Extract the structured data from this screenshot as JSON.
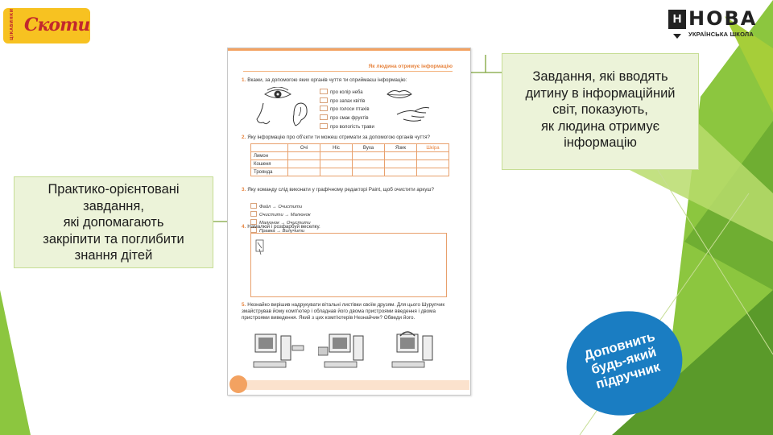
{
  "logos": {
    "left_brand": "Скотинки",
    "left_brand_arc": "ЦІКАВИНКИ",
    "right_mark": "Н",
    "right_brand": "НОВА",
    "right_subtitle": "УКРАЇНСЬКА ШКОЛА"
  },
  "textbook_page": {
    "title": "Як людина отримує інформацію",
    "task1": {
      "num": "1.",
      "text": "Вкажи, за допомогою яких органів чуття ти сприймаєш інформацію:",
      "items": [
        "про колір неба",
        "про запах квітів",
        "про голоси птахів",
        "про смак фруктів",
        "про вологість трави"
      ]
    },
    "task2": {
      "num": "2.",
      "text": "Яку інформацію про об'єкти ти можеш отримати за допомогою органів чуття?",
      "columns": [
        "Очі",
        "Ніс",
        "Вуха",
        "Язик",
        "Шкіра"
      ],
      "rows": [
        "Лимон",
        "Кошеня",
        "Троянда"
      ]
    },
    "task3": {
      "num": "3.",
      "text": "Яку команду слід виконати у графічному редакторі Paint, щоб очистити аркуш?",
      "options": [
        "Файл → Очистити",
        "Очистити → Малюнок",
        "Малюнок → Очистити",
        "Правка → Вилучити"
      ]
    },
    "task4": {
      "num": "4.",
      "text": "Намалюй і розфарбуй веселку."
    },
    "task5": {
      "num": "5.",
      "text": "Незнайко вирішив надрукувати вітальні листівки своїм друзям. Для цього Шурупчик змайстрував йому комп'ютер і обладнав його двома пристроями введення і двома пристроями виведення. Який з цих комп'ютерів Незнайчин? Обведи його."
    }
  },
  "callouts": {
    "right": [
      "Завдання, які вводять",
      "дитину в інформаційний",
      "світ, показують,",
      "як людина отримує",
      "інформацію"
    ],
    "left": [
      "Практико-орієнтовані",
      "завдання,",
      "які допомагають",
      "закріпити та поглибити",
      "знання дітей"
    ]
  },
  "badge": [
    "Доповнить",
    "будь-який",
    "підручник"
  ],
  "colors": {
    "green_light": "#a6ce39",
    "green_dark": "#5a9a2a",
    "callout_bg": "#ecf3d9",
    "badge_blue": "#1a7dc2",
    "page_accent": "#e7843f"
  }
}
